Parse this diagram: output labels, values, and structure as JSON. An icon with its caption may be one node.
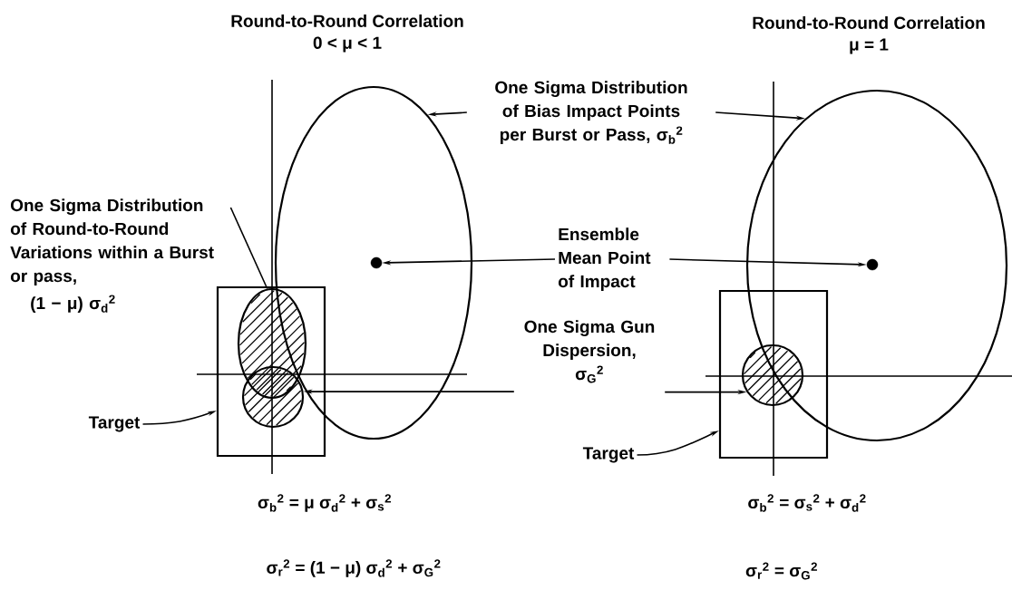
{
  "diagram": {
    "nodes": [
      {
        "text": [
          "One Sigma Distribution of Round-to-Round Variations within a Burst or pass,",
          "(1 − μ) σ$_{d}$$^{2}$"
        ]
      },
      {
        "text": [
          "One Sigma Distribution of Bias Impact Points per Burst or Pass, σ$_{b}$$^{2}$"
        ]
      },
      {
        "text": [
          "Ensemble Mean Point of Impact"
        ]
      },
      {
        "text": [
          "One Sigma Gun Dispersion,",
          "σ$_{G}$$^{2}$"
        ]
      },
      {
        "text": [
          "Target"
        ]
      },
      {
        "text": [
          "Target"
        ]
      },
      {
        "text": [],
        "shape": "ellipse"
      },
      {
        "text": [],
        "shape": "circle",
        "in": 6
      },
      {
        "text": [],
        "shape": "ellipse",
        "in": 10
      },
      {
        "text": [],
        "shape": "circle",
        "in": 10
      },
      {
        "text": [],
        "shape": "box"
      },
      {
        "text": [],
        "shape": "ellipse"
      },
      {
        "text": [],
        "shape": "circle",
        "in": 11
      },
      {
        "text": [],
        "shape": "circle",
        "in": 14
      },
      {
        "text": [],
        "shape": "box"
      }
    ],
    "edges": [
      {
        "from": 0,
        "to": 8,
        "arrow": "none"
      },
      {
        "from": 1,
        "to": 6,
        "arrow": "to"
      },
      {
        "from": 1,
        "to": 11,
        "arrow": "to"
      },
      {
        "from": 2,
        "to": 7,
        "arrow": "to"
      },
      {
        "from": 2,
        "to": 12,
        "arrow": "to"
      },
      {
        "from": 3,
        "to": 9,
        "arrow": "to"
      },
      {
        "from": 3,
        "to": 13,
        "arrow": "to"
      },
      {
        "from": 4,
        "to": 10,
        "arrow": "to"
      },
      {
        "from": 5,
        "to": 14,
        "arrow": "to"
      }
    ],
    "labels": [
      "Round-to-Round Correlation",
      "0 < μ < 1",
      "Round-to-Round Correlation",
      "μ = 1",
      "σ$_{b}$$^{2}$ = μ σ$_{d}$$^{2}$ + σ$_{s}$$^{2}$",
      "σ$_{r}$$^{2}$ = (1 − μ) σ$_{d}$$^{2}$ + σ$_{G}$$^{2}$",
      "σ$_{b}$$^{2}$ = σ$_{s}$$^{2}$ + σ$_{d}$$^{2}$",
      "σ$_{r}$$^{2}$ = σ$_{G}$$^{2}$"
    ]
  }
}
